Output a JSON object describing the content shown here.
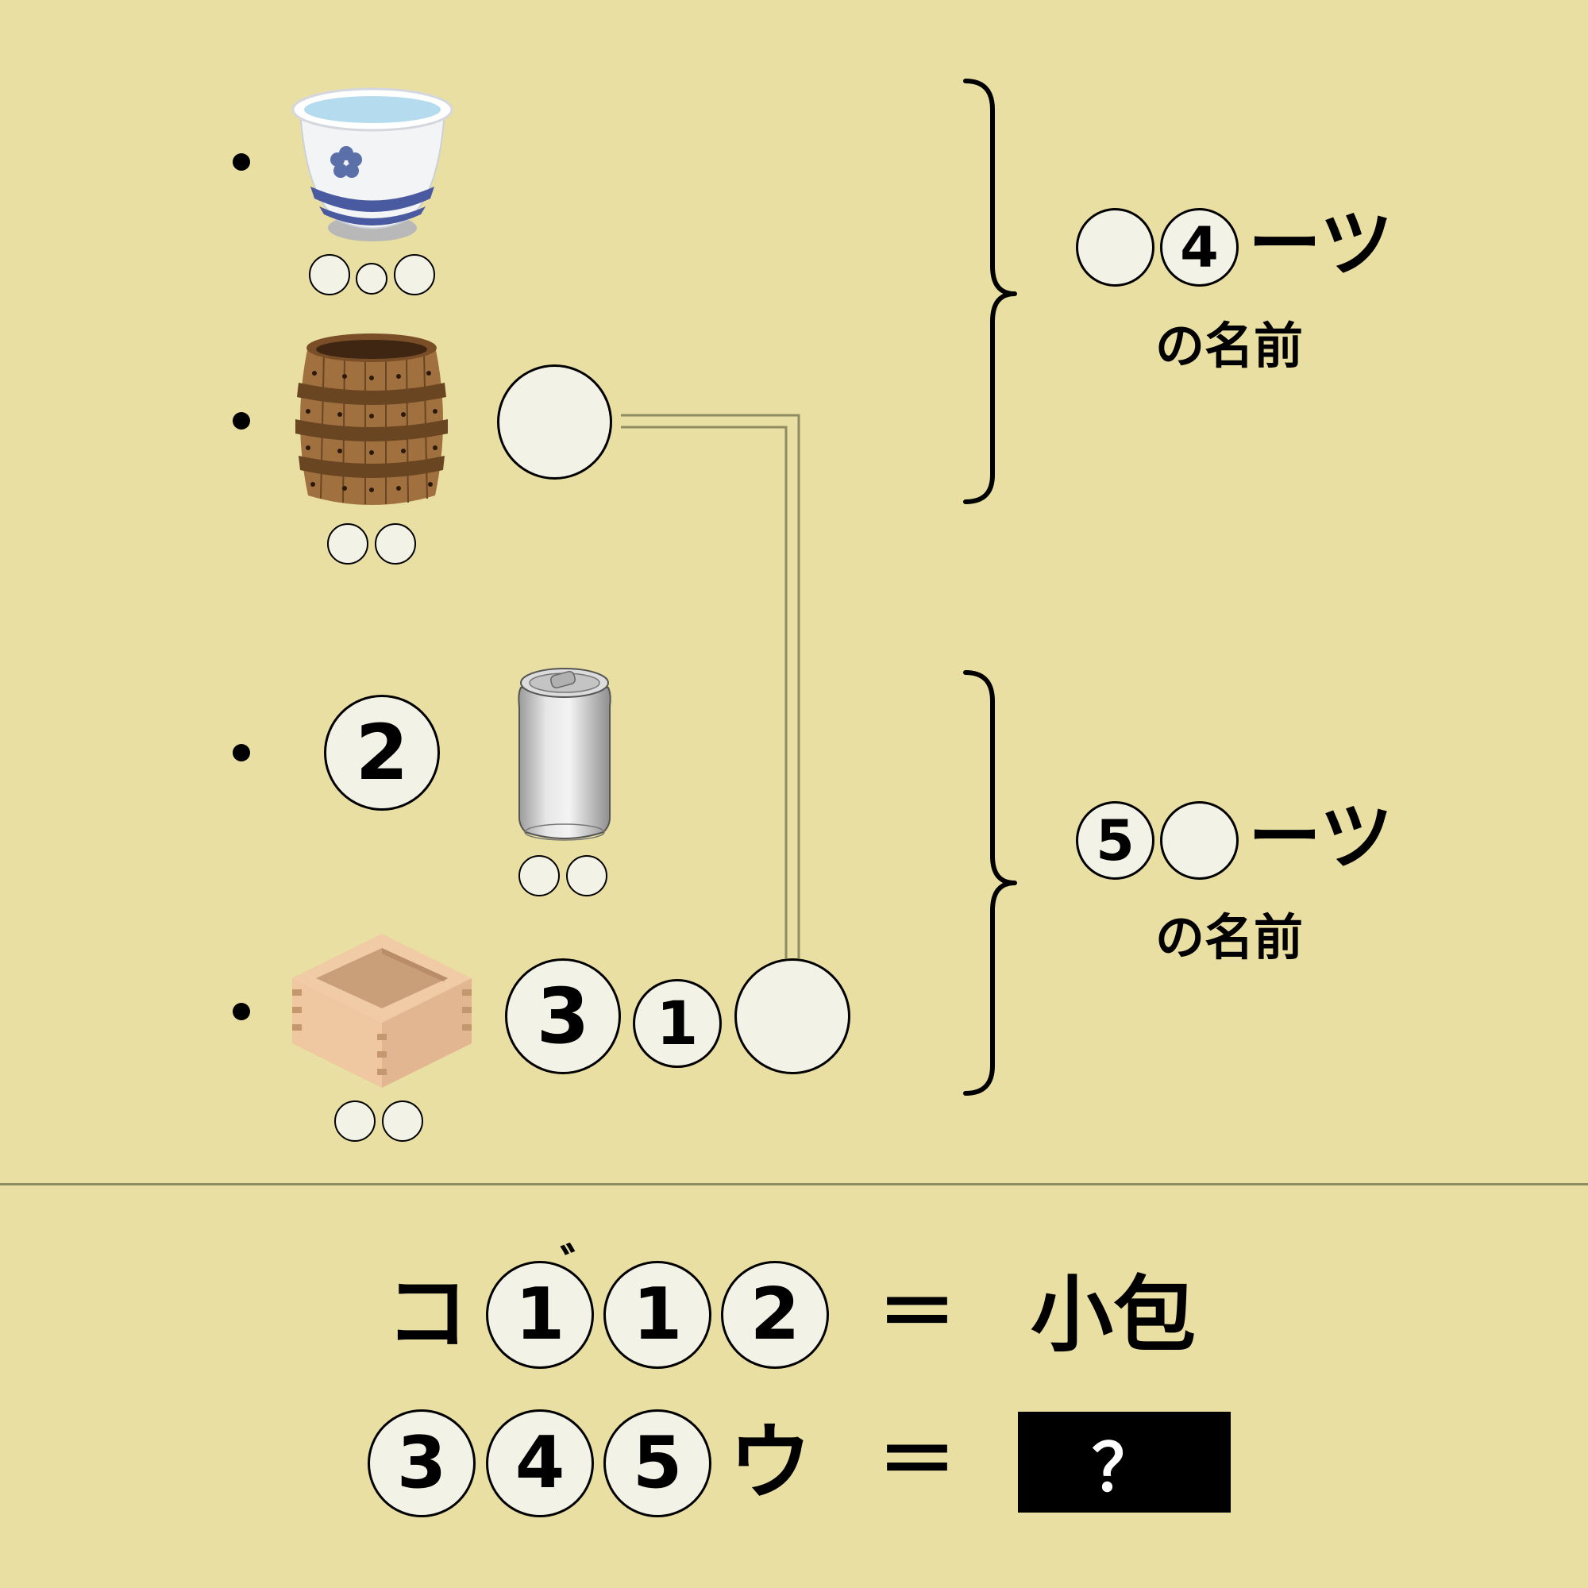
{
  "colors": {
    "background": "#e9dfa2",
    "slot_fill": "#f2f2e6",
    "ink": "#000000",
    "connector": "#8f8b63"
  },
  "items": [
    {
      "icon": "sake-cup-icon",
      "answer_slots": 3
    },
    {
      "icon": "wooden-barrel-icon",
      "answer_slots": 2
    },
    {
      "icon": "beer-can-icon",
      "answer_slots": 2
    },
    {
      "icon": "masu-box-icon",
      "answer_slots": 2
    }
  ],
  "row3": {
    "slot_2": "2"
  },
  "row4": {
    "slot_3": "3",
    "slot_1": "1"
  },
  "group1": {
    "pattern_slot_4": "4",
    "pattern_suffix": "ーツ",
    "caption": "の名前"
  },
  "group2": {
    "pattern_slot_5": "5",
    "pattern_suffix": "ーツ",
    "caption": "の名前"
  },
  "equation1": {
    "prefix": "コ",
    "slot_a": "1",
    "dakuten": "゛",
    "slot_b": "1",
    "slot_c": "2",
    "equals": "＝",
    "answer": "小包"
  },
  "equation2": {
    "slot_a": "3",
    "slot_b": "4",
    "slot_c": "5",
    "suffix": "ウ",
    "equals": "＝",
    "answer": "？"
  }
}
